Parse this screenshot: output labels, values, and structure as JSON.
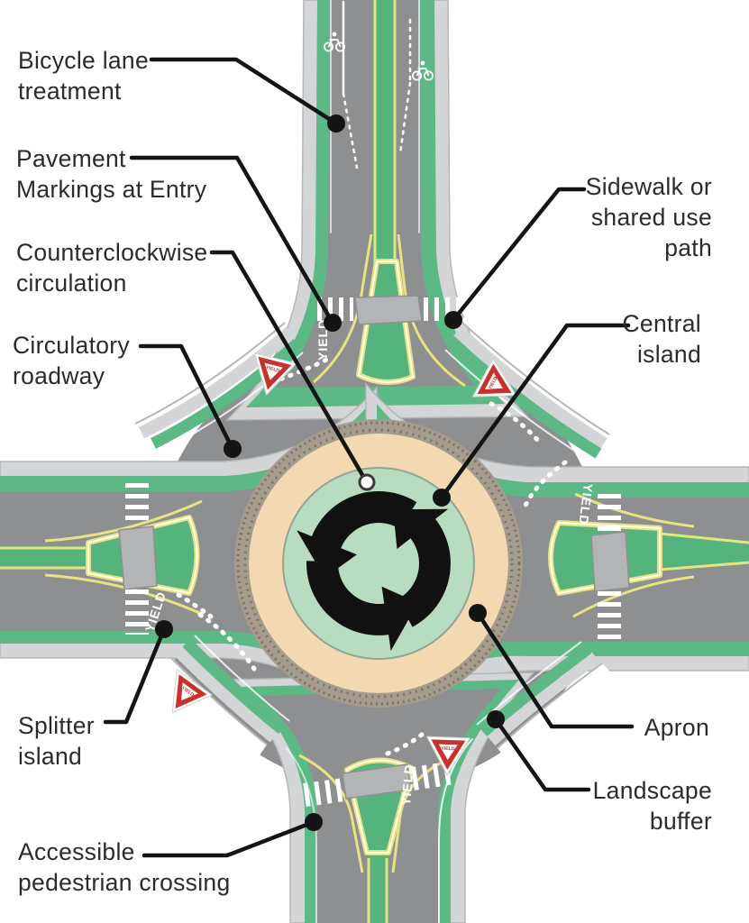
{
  "diagram": {
    "type": "roundabout-features-diagram",
    "labels": {
      "bicycle_lane": {
        "line1": "Bicycle lane",
        "line2": "treatment"
      },
      "pavement_markings": {
        "line1": "Pavement",
        "line2": "Markings at Entry"
      },
      "counterclockwise": {
        "line1": "Counterclockwise",
        "line2": "circulation"
      },
      "circulatory_roadway": {
        "line1": "Circulatory",
        "line2": "roadway"
      },
      "sidewalk_path": {
        "line1": "Sidewalk or",
        "line2": "shared use",
        "line3": "path"
      },
      "central_island": {
        "line1": "Central",
        "line2": "island"
      },
      "apron": {
        "line1": "Apron"
      },
      "landscape_buffer": {
        "line1": "Landscape",
        "line2": "buffer"
      },
      "splitter_island": {
        "line1": "Splitter",
        "line2": "island"
      },
      "accessible_crossing": {
        "line1": "Accessible",
        "line2": "pedestrian crossing"
      }
    },
    "markings": {
      "yield_road_text": "YIELD"
    },
    "signs": {
      "yield_sign_text": "YIELD"
    },
    "colors": {
      "road_gray": "#8d8f91",
      "sidewalk_gray": "#d4d5d7",
      "buffer_green": "#5cb985",
      "median_green": "#55b47d",
      "island_green": "#b7dcc0",
      "apron_tan": "#f2d9b1",
      "paver_ring": "#a69c8e",
      "lane_yellow": "#e9e283",
      "marking_white": "#ffffff",
      "arrow_black": "#111111",
      "yield_sign_red": "#c8312e",
      "label_text": "#2b2b2b"
    }
  }
}
